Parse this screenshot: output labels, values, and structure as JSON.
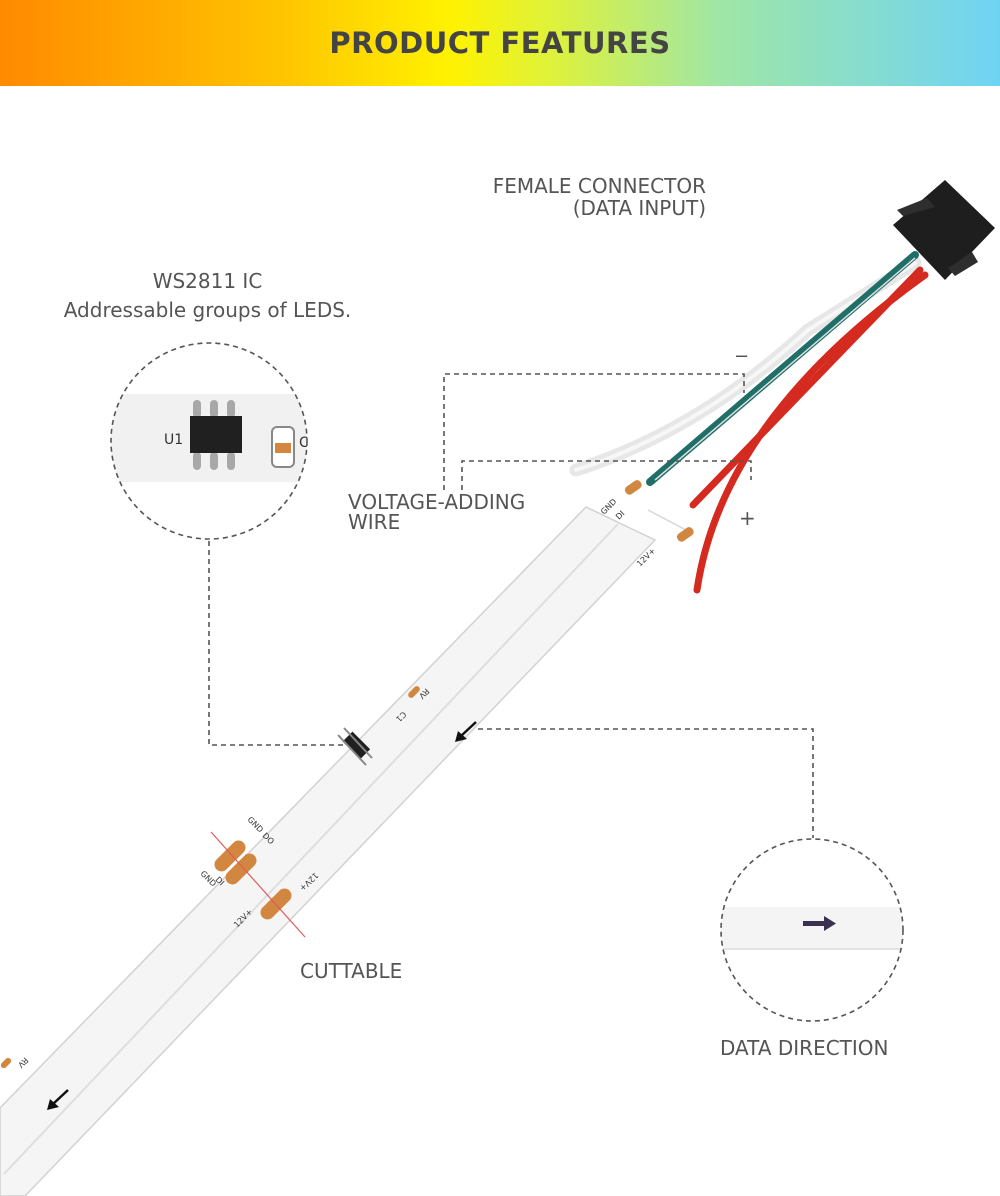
{
  "banner": {
    "title": "PRODUCT FEATURES"
  },
  "labels": {
    "female_connector": [
      "FEMALE CONNECTOR",
      "(DATA INPUT)"
    ],
    "ic": [
      "WS2811 IC",
      "Addressable groups of LEDS."
    ],
    "voltage_wire": [
      "VOLTAGE-ADDING",
      "WIRE"
    ],
    "cuttable": "CUTTABLE",
    "data_direction": "DATA DIRECTION",
    "minus": "−",
    "plus": "+"
  },
  "pcb_marks": {
    "gnd": "GND",
    "di": "DI",
    "do": "DO",
    "v12": "12V+",
    "rv": "RV",
    "c1": "C1",
    "u1": "U1",
    "c_partial": "C"
  },
  "colors": {
    "wire_green": "#1f6f68",
    "wire_red": "#d42a1f",
    "wire_white": "#e7e7e7",
    "pad": "#d1873f",
    "dashed": "#555555"
  }
}
